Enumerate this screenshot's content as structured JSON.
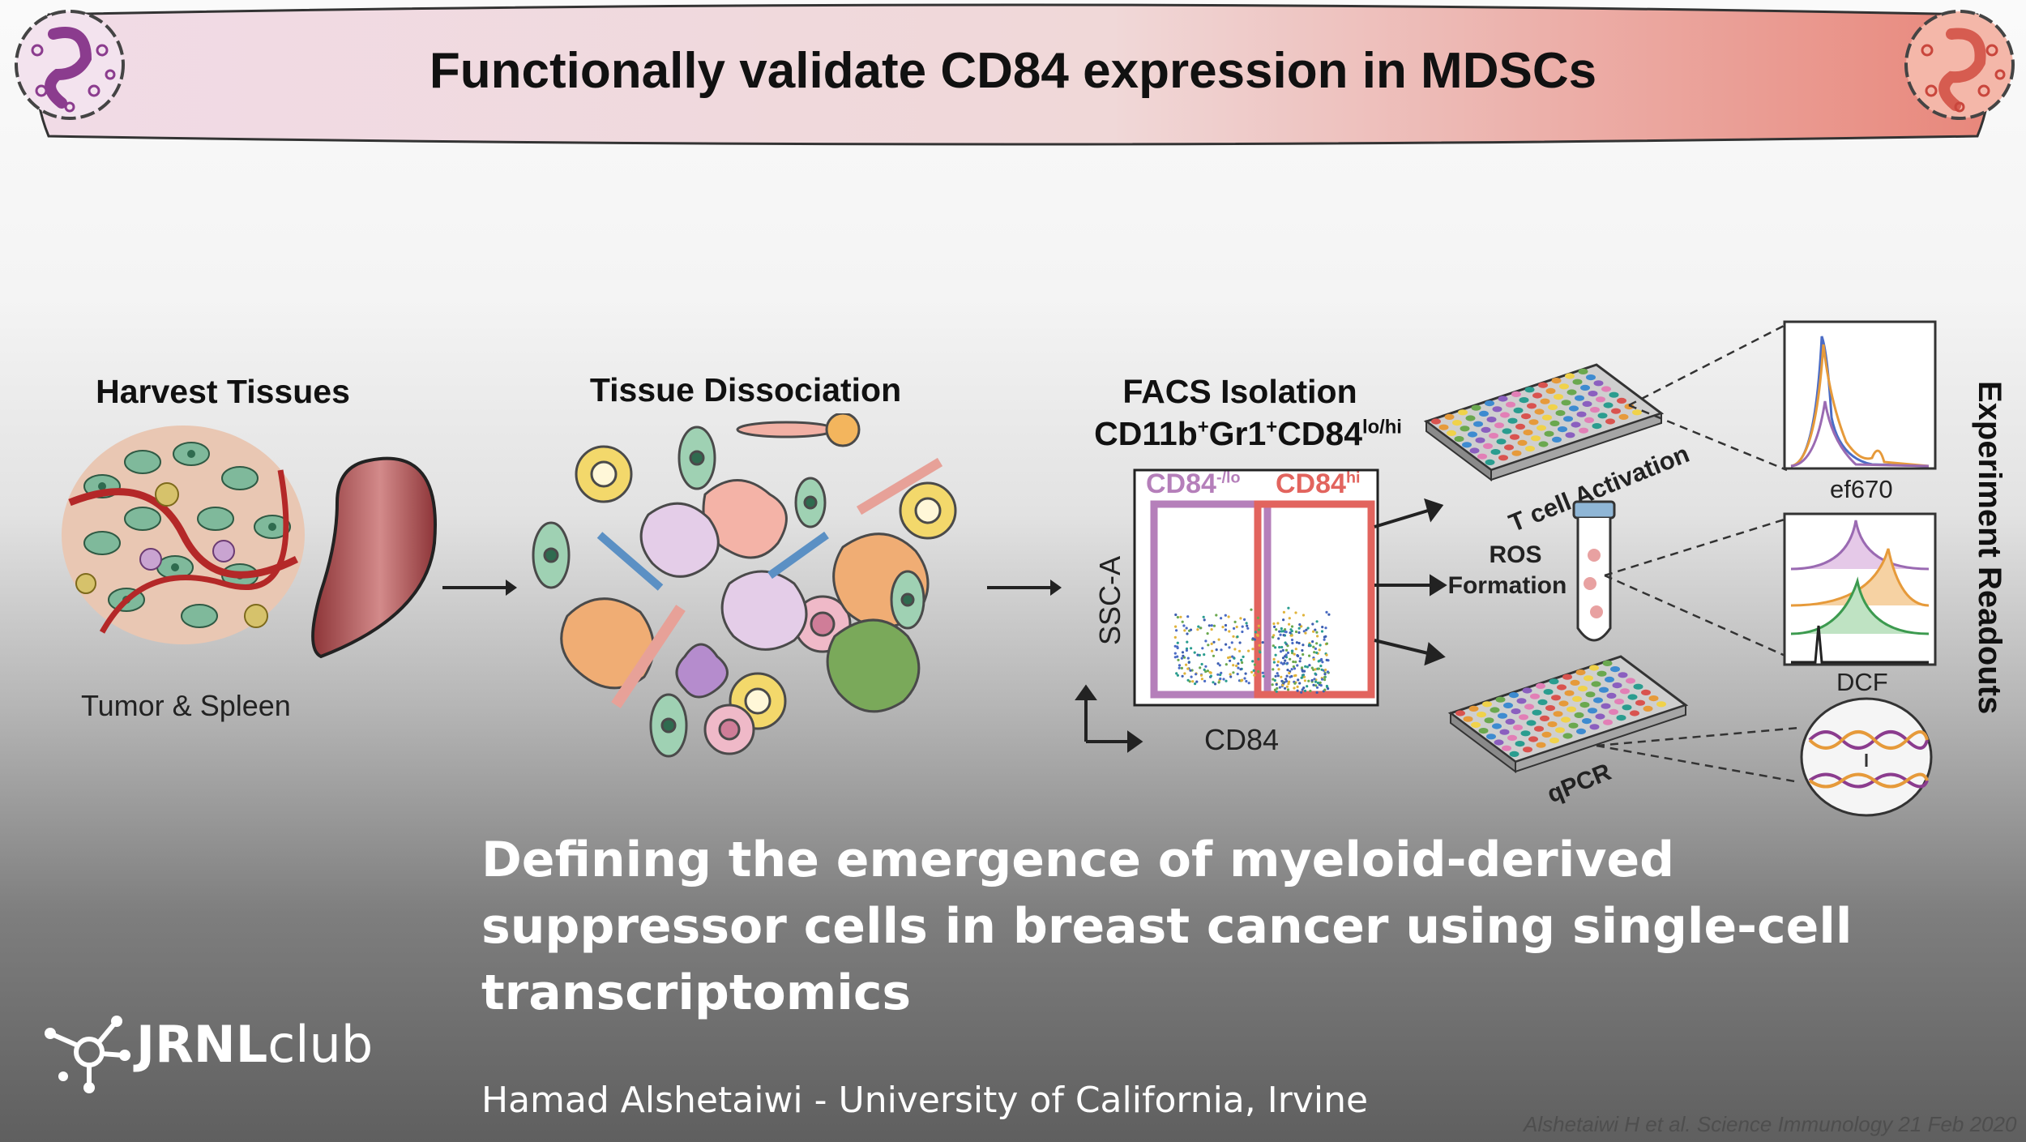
{
  "slide": {
    "title": "Functionally validate CD84 expression in MDSCs",
    "steps": {
      "harvest": "Harvest Tissues",
      "harvest_caption": "Tumor & Spleen",
      "dissociation": "Tissue Dissociation",
      "facs": "FACS Isolation",
      "facs_marker_base": "CD11b",
      "facs_sup1": "+",
      "facs_marker_gr1": "Gr1",
      "facs_sup2": "+",
      "facs_marker_cd84": "CD84",
      "facs_sup3": "lo/hi"
    },
    "facs_plot": {
      "y_label": "SSC-A",
      "x_label": "CD84",
      "gate_low": "CD84",
      "gate_low_sup": "-/lo",
      "gate_high": "CD84",
      "gate_high_sup": "hi"
    },
    "assays": {
      "t_cell": "T cell Activation",
      "ros_line1": "ROS",
      "ros_line2": "Formation",
      "qpcr": "qPCR"
    },
    "readouts": {
      "heading": "Experiment Readouts",
      "ef670": "ef670",
      "dcf": "DCF"
    },
    "colors": {
      "title_band_left": "#f1dbe6",
      "title_band_right": "#e8877b",
      "gate_low": "#b57fba",
      "gate_high": "#e2645e",
      "spleen": "#a8494c"
    }
  },
  "overlay": {
    "talk_title": "Defining the emergence of myeloid-derived suppressor cells in breast cancer using single-cell transcriptomics",
    "author": "Hamad Alshetaiwi - University of California, Irvine",
    "citation": "Alshetaiwi H et al. Science Immunology 21 Feb 2020",
    "brand_bold": "JRNL",
    "brand_light": "club"
  }
}
